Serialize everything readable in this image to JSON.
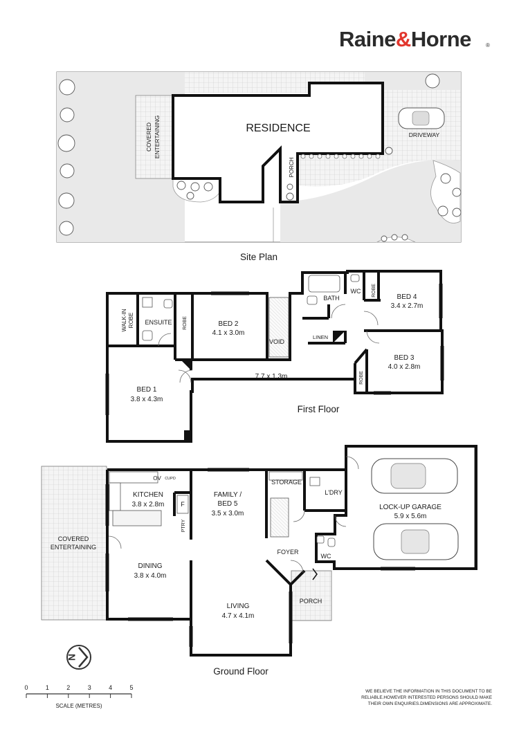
{
  "brand": {
    "name_part1": "Raine",
    "ampersand": "&",
    "name_part2": "Horne",
    "registered_mark": "®",
    "color_red": "#e2362d",
    "color_dark": "#2b2b2b"
  },
  "site_plan": {
    "title": "Site Plan",
    "residence_label": "RESIDENCE",
    "covered_entertaining_line1": "COVERED",
    "covered_entertaining_line2": "ENTERTAINING",
    "driveway_label": "DRIVEWAY",
    "porch_label": "PORCH"
  },
  "first_floor": {
    "title": "First Floor",
    "rooms": {
      "walkin_robe_line1": "WALK-IN",
      "walkin_robe_line2": "ROBE",
      "ensuite": "ENSUITE",
      "robe_bed2": "ROBE",
      "bed2_name": "BED 2",
      "bed2_size": "4.1 x 3.0m",
      "void": "VOID",
      "bath": "BATH",
      "wc": "WC",
      "robe_bed4": "ROBE",
      "bed4_name": "BED 4",
      "bed4_size": "3.4 x 2.7m",
      "linen": "LINEN",
      "bed3_name": "BED 3",
      "bed3_size": "4.0 x 2.8m",
      "robe_bed3": "ROBE",
      "hall_size": "7.7 x 1.3m",
      "bed1_name": "BED 1",
      "bed1_size": "3.8 x 4.3m"
    }
  },
  "ground_floor": {
    "title": "Ground Floor",
    "rooms": {
      "ov": "OV",
      "cupd": "CUPD",
      "kitchen_name": "KITCHEN",
      "kitchen_size": "3.8 x 2.8m",
      "fridge": "F",
      "pantry": "PTRY",
      "family_name": "FAMILY /",
      "family_name2": "BED 5",
      "family_size": "3.5 x 3.0m",
      "storage": "STORAGE",
      "laundry": "L'DRY",
      "garage_name": "LOCK-UP GARAGE",
      "garage_size": "5.9 x 5.6m",
      "covered_ent_line1": "COVERED",
      "covered_ent_line2": "ENTERTAINING",
      "dining_name": "DINING",
      "dining_size": "3.8 x 4.0m",
      "foyer": "FOYER",
      "wc": "WC",
      "porch": "PORCH",
      "living_name": "LIVING",
      "living_size": "4.7 x 4.1m"
    }
  },
  "north_arrow": {
    "letter": "N"
  },
  "scale_bar": {
    "ticks": [
      "0",
      "1",
      "2",
      "3",
      "4",
      "5"
    ],
    "caption": "SCALE (METRES)"
  },
  "disclaimer": {
    "line1": "WE BELIEVE THE INFORMATION IN THIS DOCUMENT TO BE",
    "line2": "RELIABLE.HOWEVER INTERESTED PERSONS SHOULD MAKE",
    "line3": "THEIR OWN ENQUIRIES.DIMENSIONS ARE APPROXIMATE."
  }
}
